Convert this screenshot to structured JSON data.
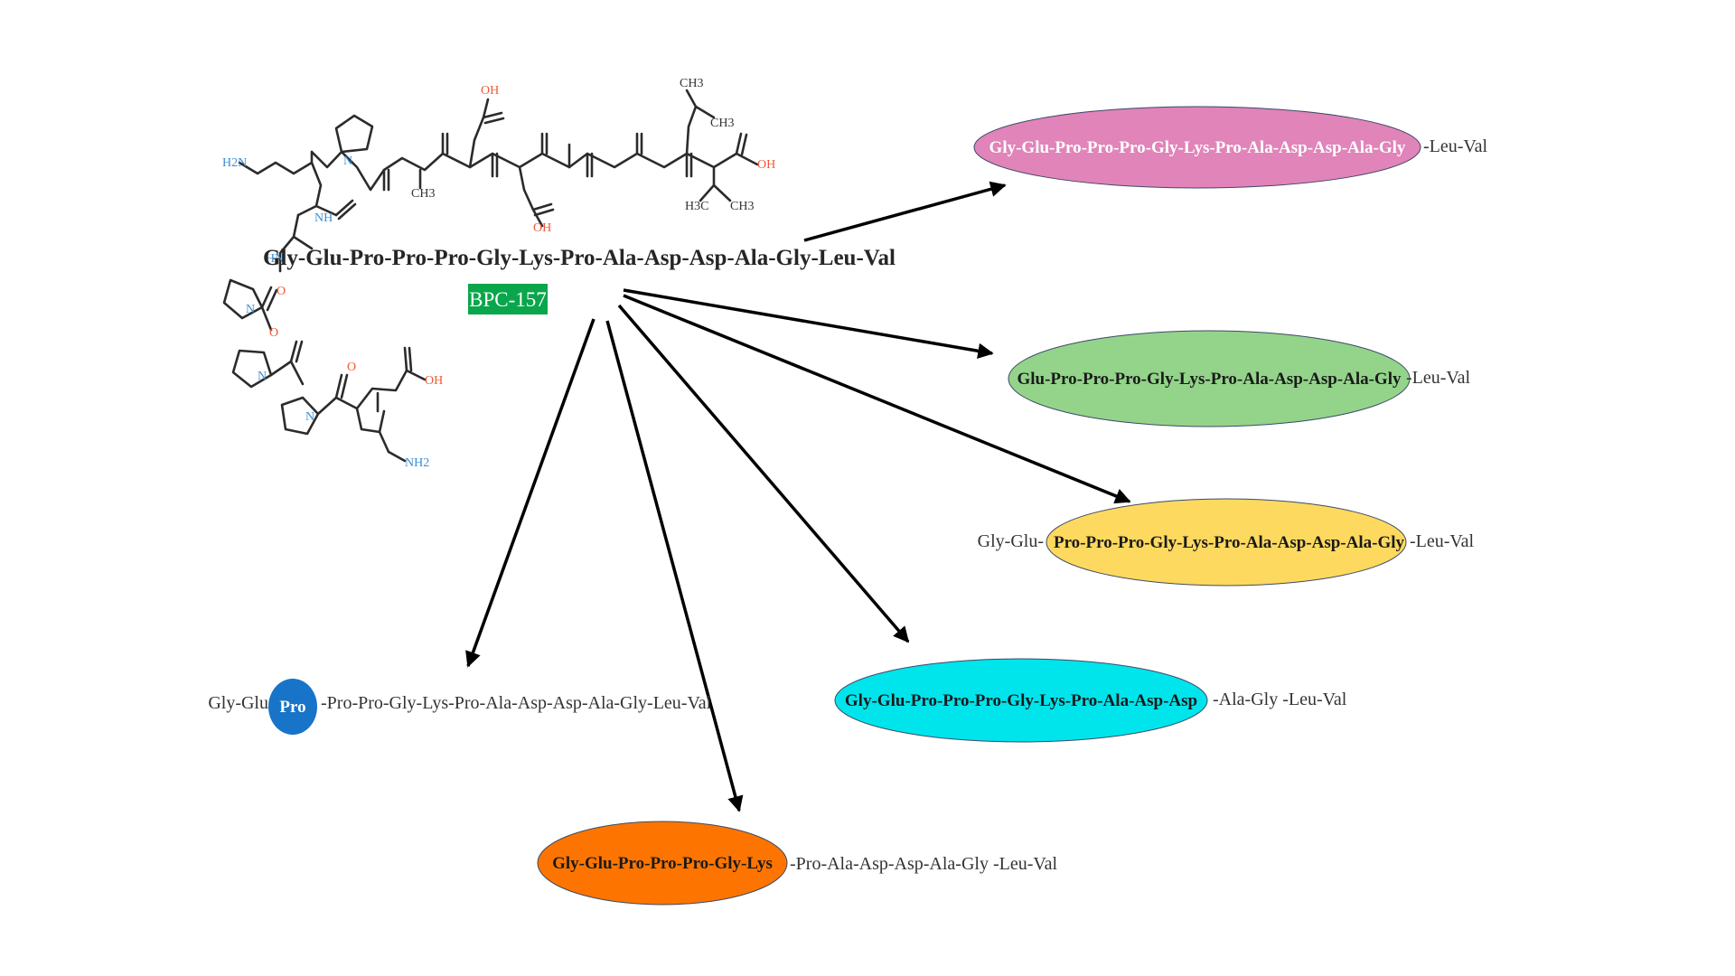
{
  "title": "Gly-Glu-Pro-Pro-Pro-Gly-Lys-Pro-Ala-Asp-Asp-Ala-Gly-Leu-Val",
  "badge": {
    "label": "BPC-157",
    "color": "#0aa64c"
  },
  "molecule_labels": {
    "oh_top": "OH",
    "ch3_top": "CH3",
    "ch3_right": "CH3",
    "h2n": "H2N",
    "nh": "NH",
    "hn": "HN",
    "ch3_mid": "CH3",
    "oh_asp": "OH",
    "oh_end": "OH",
    "h3c": "H3C",
    "ch3_val": "CH3",
    "n": "N",
    "o": "O",
    "oh_glu": "OH",
    "nh2": "NH2"
  },
  "fragments": [
    {
      "id": "pink",
      "left": "",
      "ellipse": "Gly-Glu-Pro-Pro-Pro-Gly-Lys-Pro-Ala-Asp-Asp-Ala-Gly",
      "right": "-Leu-Val",
      "color": "#e084b9",
      "text_color": "#ffffff"
    },
    {
      "id": "green",
      "left": "",
      "ellipse": "Glu-Pro-Pro-Pro-Gly-Lys-Pro-Ala-Asp-Asp-Ala-Gly",
      "right": "-Leu-Val",
      "color": "#93d48a",
      "text_color": "#1a1a1a"
    },
    {
      "id": "yellow",
      "left": "Gly-Glu-",
      "ellipse": "Pro-Pro-Pro-Gly-Lys-Pro-Ala-Asp-Asp-Ala-Gly",
      "right": "-Leu-Val",
      "color": "#fed95f",
      "text_color": "#1a1a1a"
    },
    {
      "id": "cyan",
      "left": "",
      "ellipse": "Gly-Glu-Pro-Pro-Pro-Gly-Lys-Pro-Ala-Asp-Asp",
      "right": "-Ala-Gly -Leu-Val",
      "color": "#00e4ec",
      "text_color": "#1a1a1a"
    },
    {
      "id": "blue",
      "left": "Gly-Glu",
      "ellipse": "Pro",
      "right": "-Pro-Pro-Gly-Lys-Pro-Ala-Asp-Asp-Ala-Gly-Leu-Val",
      "color": "#1874c8",
      "text_color": "#ffffff"
    },
    {
      "id": "orange",
      "left": "",
      "ellipse": "Gly-Glu-Pro-Pro-Pro-Gly-Lys",
      "right": "-Pro-Ala-Asp-Asp-Ala-Gly -Leu-Val",
      "color": "#fd7500",
      "text_color": "#1a1a1a"
    }
  ]
}
